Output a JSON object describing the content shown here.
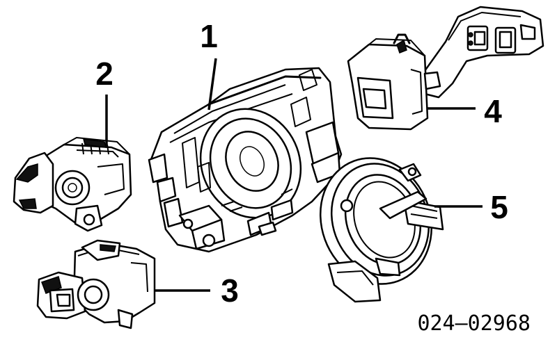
{
  "callouts": {
    "c1": "1",
    "c2": "2",
    "c3": "3",
    "c4": "4",
    "c5": "5"
  },
  "part_number": "024–02968"
}
